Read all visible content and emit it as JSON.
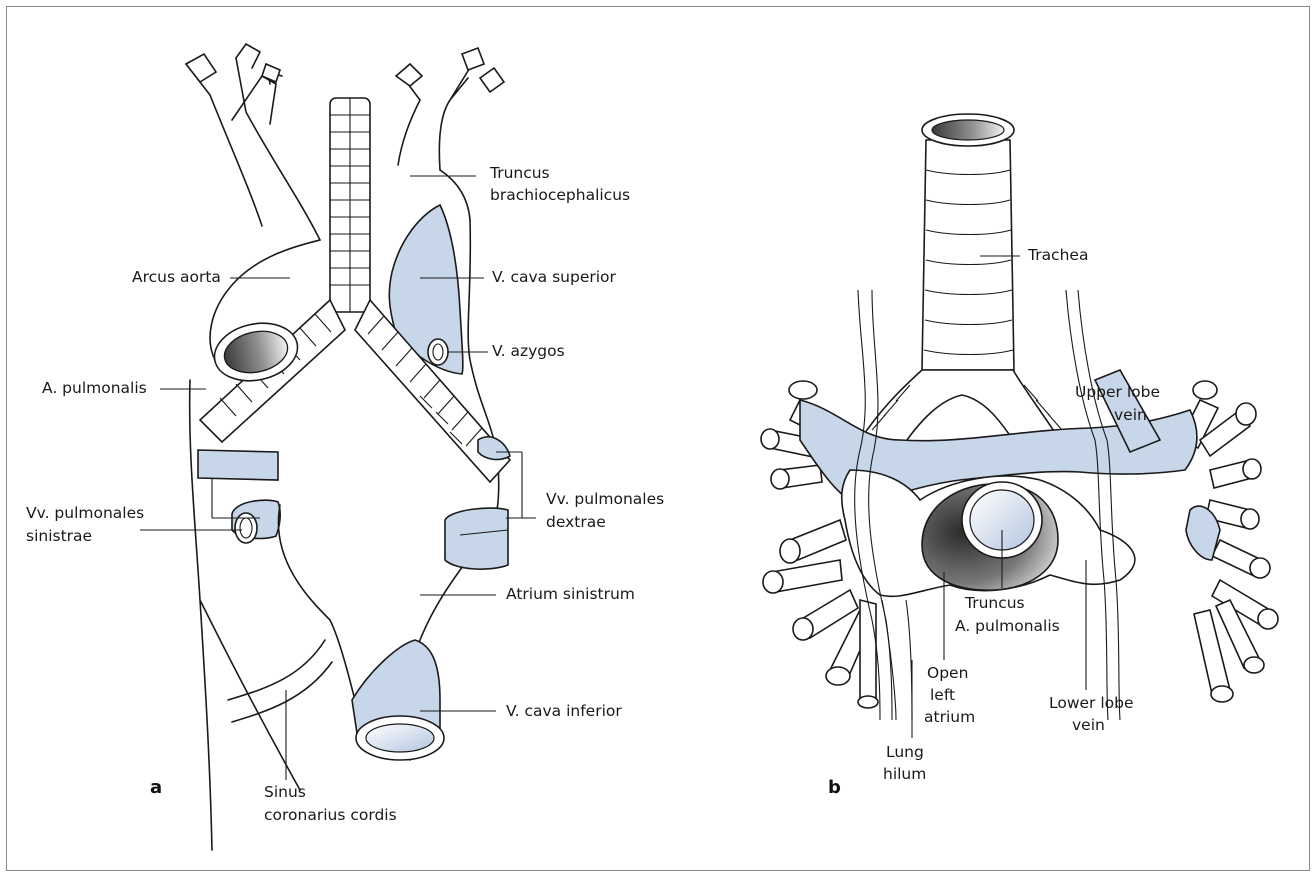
{
  "panel_a": {
    "letter": "a",
    "labels": {
      "truncus_brachiocephalicus_1": "Truncus",
      "truncus_brachiocephalicus_2": "brachiocephalicus",
      "arcus_aorta": "Arcus aorta",
      "v_cava_superior": "V. cava superior",
      "v_azygos": "V. azygos",
      "a_pulmonalis": "A. pulmonalis",
      "vv_pulmonales_sinistrae_1": "Vv. pulmonales",
      "vv_pulmonales_sinistrae_2": "sinistrae",
      "vv_pulmonales_dextrae_1": "Vv. pulmonales",
      "vv_pulmonales_dextrae_2": "dextrae",
      "atrium_sinistrum": "Atrium sinistrum",
      "v_cava_inferior": "V. cava inferior",
      "sinus_coronarius_1": "Sinus",
      "sinus_coronarius_2": "coronarius cordis"
    }
  },
  "panel_b": {
    "letter": "b",
    "labels": {
      "trachea": "Trachea",
      "upper_lobe_vein_1": "Upper lobe",
      "upper_lobe_vein_2": "vein",
      "truncus_1": "Truncus",
      "truncus_2": "A. pulmonalis",
      "open_left_atrium_1": "Open",
      "open_left_atrium_2": "left",
      "open_left_atrium_3": "atrium",
      "lower_lobe_vein_1": "Lower lobe",
      "lower_lobe_vein_2": "vein",
      "lung_hilum_1": "Lung",
      "lung_hilum_2": "hilum"
    }
  },
  "colors": {
    "vessel_blue": "#c8d6e9",
    "outline": "#1a1a1a",
    "frame": "#8a8a8a"
  }
}
